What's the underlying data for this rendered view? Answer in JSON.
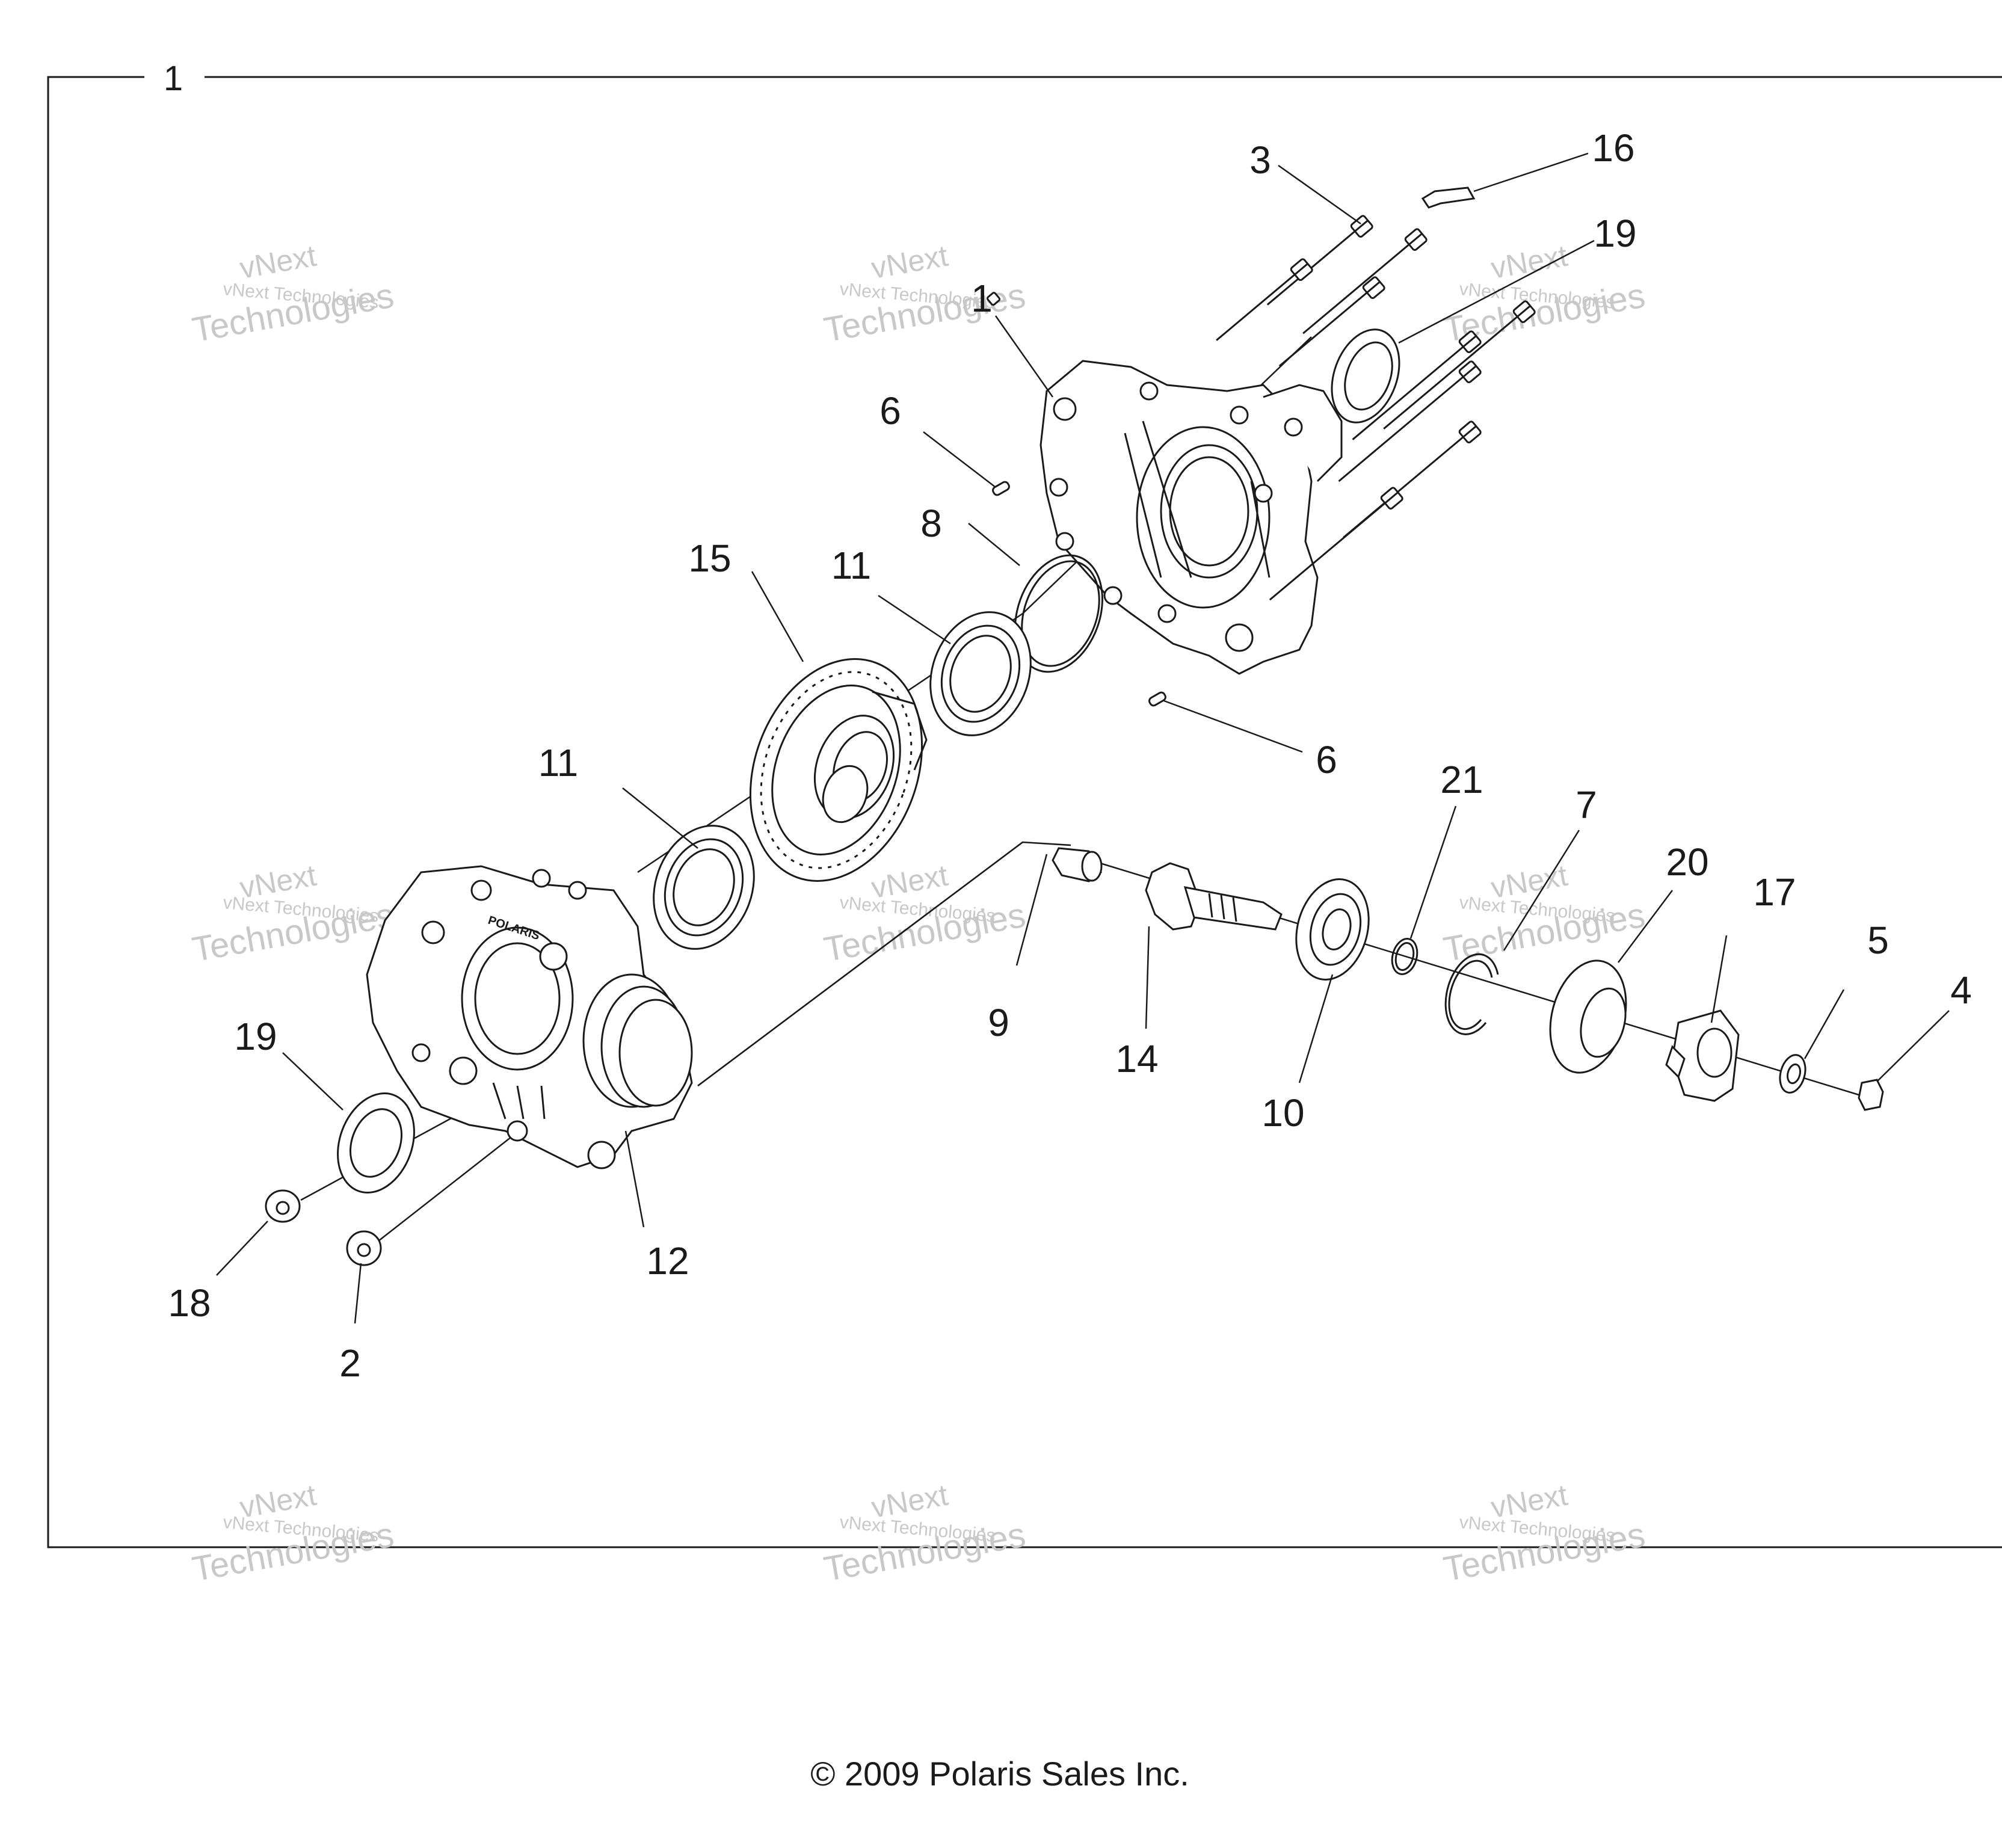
{
  "frame": {
    "assembly_number": "1"
  },
  "callouts": [
    {
      "id": "c-1-upper",
      "label": "1"
    },
    {
      "id": "c-2",
      "label": "2"
    },
    {
      "id": "c-3",
      "label": "3"
    },
    {
      "id": "c-4",
      "label": "4"
    },
    {
      "id": "c-5",
      "label": "5"
    },
    {
      "id": "c-6-upper",
      "label": "6"
    },
    {
      "id": "c-6-lower",
      "label": "6"
    },
    {
      "id": "c-7",
      "label": "7"
    },
    {
      "id": "c-8",
      "label": "8"
    },
    {
      "id": "c-9",
      "label": "9"
    },
    {
      "id": "c-10",
      "label": "10"
    },
    {
      "id": "c-11-upper",
      "label": "11"
    },
    {
      "id": "c-11-lower",
      "label": "11"
    },
    {
      "id": "c-12",
      "label": "12"
    },
    {
      "id": "c-14",
      "label": "14"
    },
    {
      "id": "c-15",
      "label": "15"
    },
    {
      "id": "c-16",
      "label": "16"
    },
    {
      "id": "c-17",
      "label": "17"
    },
    {
      "id": "c-18",
      "label": "18"
    },
    {
      "id": "c-19-upper",
      "label": "19"
    },
    {
      "id": "c-19-lower",
      "label": "19"
    },
    {
      "id": "c-20",
      "label": "20"
    },
    {
      "id": "c-21",
      "label": "21"
    }
  ],
  "watermark": {
    "line1": "vNext",
    "line2": "Technologies",
    "small": "vNext Technologies"
  },
  "casting_logo": "POLARIS",
  "copyright": "© 2009 Polaris Sales Inc.",
  "colors": {
    "line": "#1a1a1a",
    "watermark": "#c8c8c8",
    "background": "#ffffff"
  }
}
